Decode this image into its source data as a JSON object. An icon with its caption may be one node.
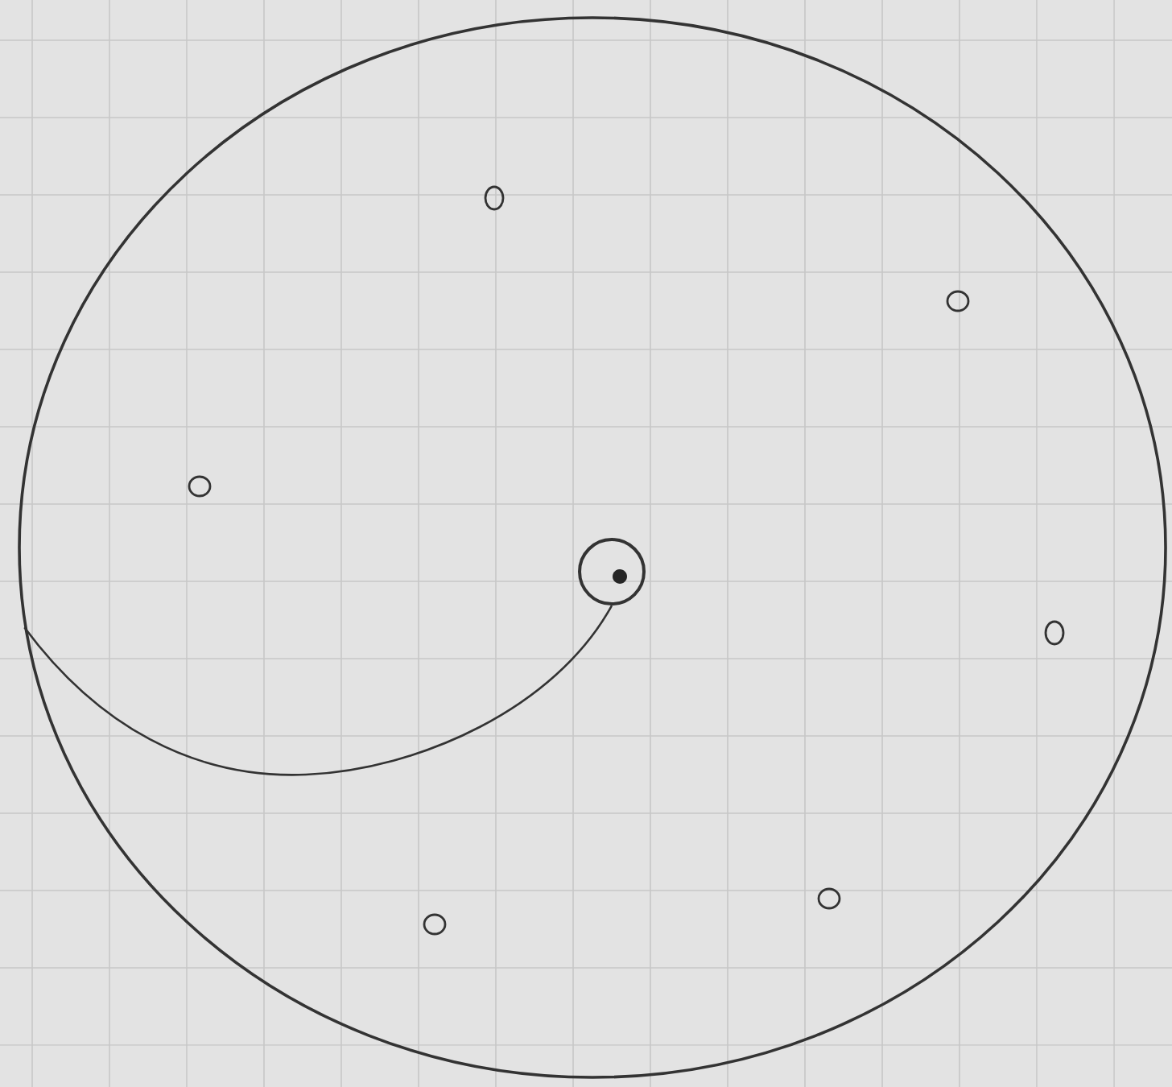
{
  "diagram": {
    "nodes": [
      {
        "text": [],
        "shape": "circle"
      },
      {
        "text": [],
        "shape": "circle",
        "in": 0
      },
      {
        "text": [],
        "shape": "circle",
        "in": 0
      },
      {
        "text": [],
        "shape": "circle",
        "in": 0
      },
      {
        "text": [],
        "shape": "circle",
        "in": 0
      },
      {
        "text": [],
        "shape": "circle",
        "in": 0
      },
      {
        "text": [],
        "shape": "circle",
        "in": 0
      },
      {
        "text": [],
        "shape": "circle",
        "in": 0
      }
    ],
    "edges": [
      {
        "from": 1,
        "to": 0,
        "arrow": "none"
      }
    ]
  }
}
